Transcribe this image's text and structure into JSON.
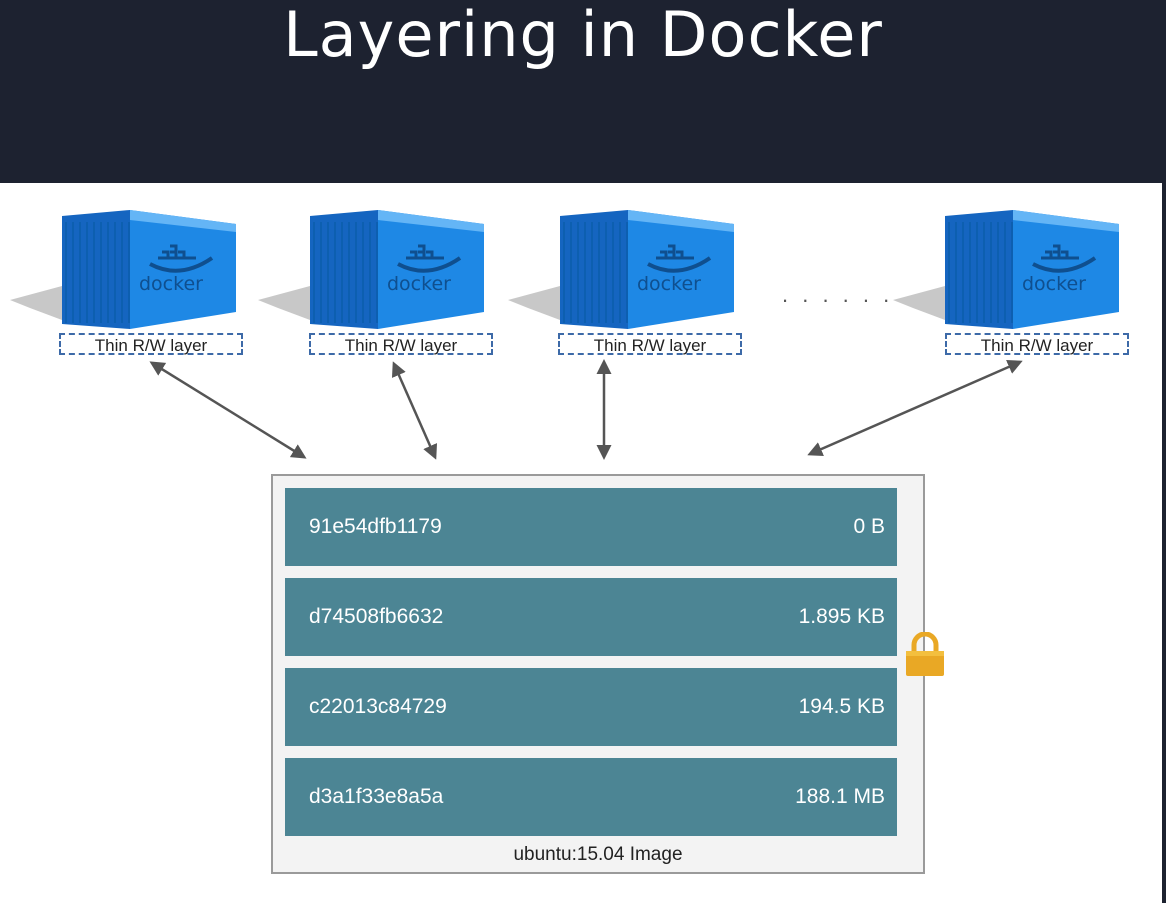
{
  "slide": {
    "title": "Layering in Docker"
  },
  "containers": [
    {
      "logo_text": "docker",
      "label": "Thin R/W layer"
    },
    {
      "logo_text": "docker",
      "label": "Thin R/W layer"
    },
    {
      "logo_text": "docker",
      "label": "Thin R/W layer"
    },
    {
      "logo_text": "docker",
      "label": "Thin R/W layer"
    }
  ],
  "ellipsis": ". . . . . .",
  "image": {
    "caption": "ubuntu:15.04 Image",
    "layers": [
      {
        "id": "91e54dfb1179",
        "size": "0 B"
      },
      {
        "id": "d74508fb6632",
        "size": "1.895 KB"
      },
      {
        "id": "c22013c84729",
        "size": "194.5 KB"
      },
      {
        "id": "d3a1f33e8a5a",
        "size": "188.1 MB"
      }
    ]
  },
  "icons": {
    "lock": "lock-icon",
    "container": "shipping-container-icon"
  },
  "colors": {
    "header_bg": "#1d2230",
    "container_blue": "#1e88e5",
    "layer_teal": "#4c8594",
    "lock_gold": "#e9a825"
  }
}
